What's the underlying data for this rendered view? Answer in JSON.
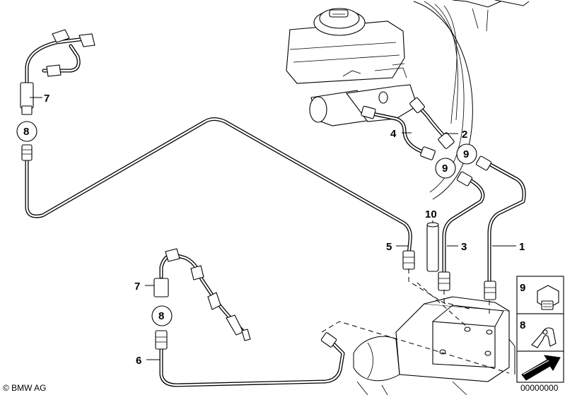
{
  "callouts": [
    {
      "id": "1",
      "label": "1"
    },
    {
      "id": "2",
      "label": "2"
    },
    {
      "id": "3",
      "label": "3"
    },
    {
      "id": "4",
      "label": "4"
    },
    {
      "id": "5",
      "label": "5"
    },
    {
      "id": "6",
      "label": "6"
    },
    {
      "id": "7a",
      "label": "7"
    },
    {
      "id": "7b",
      "label": "7"
    },
    {
      "id": "10",
      "label": "10"
    }
  ],
  "circled": [
    {
      "id": "8a",
      "label": "8"
    },
    {
      "id": "8b",
      "label": "8"
    },
    {
      "id": "9a",
      "label": "9"
    },
    {
      "id": "9b",
      "label": "9"
    }
  ],
  "legend": [
    {
      "label": "9",
      "icon": "union-nut-icon"
    },
    {
      "label": "8",
      "icon": "pipe-clip-icon"
    },
    {
      "label": "",
      "icon": "direction-arrow-icon"
    }
  ],
  "footer": {
    "copyright": "© BMW AG",
    "diagram_number": "00000000"
  }
}
